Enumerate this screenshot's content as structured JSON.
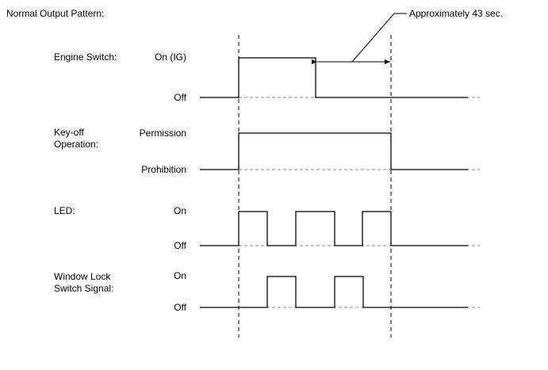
{
  "title": "Normal Output Pattern:",
  "annotation": "Approximately 43 sec.",
  "signals": [
    {
      "name": "Engine Switch:",
      "high_label": "On (IG)",
      "low_label": "Off"
    },
    {
      "name_line1": "Key-off",
      "name_line2": "Operation:",
      "high_label": "Permission",
      "low_label": "Prohibition"
    },
    {
      "name": "LED:",
      "high_label": "On",
      "low_label": "Off"
    },
    {
      "name_line1": "Window Lock",
      "name_line2": "Switch Signal:",
      "high_label": "On",
      "low_label": "Off"
    }
  ]
}
